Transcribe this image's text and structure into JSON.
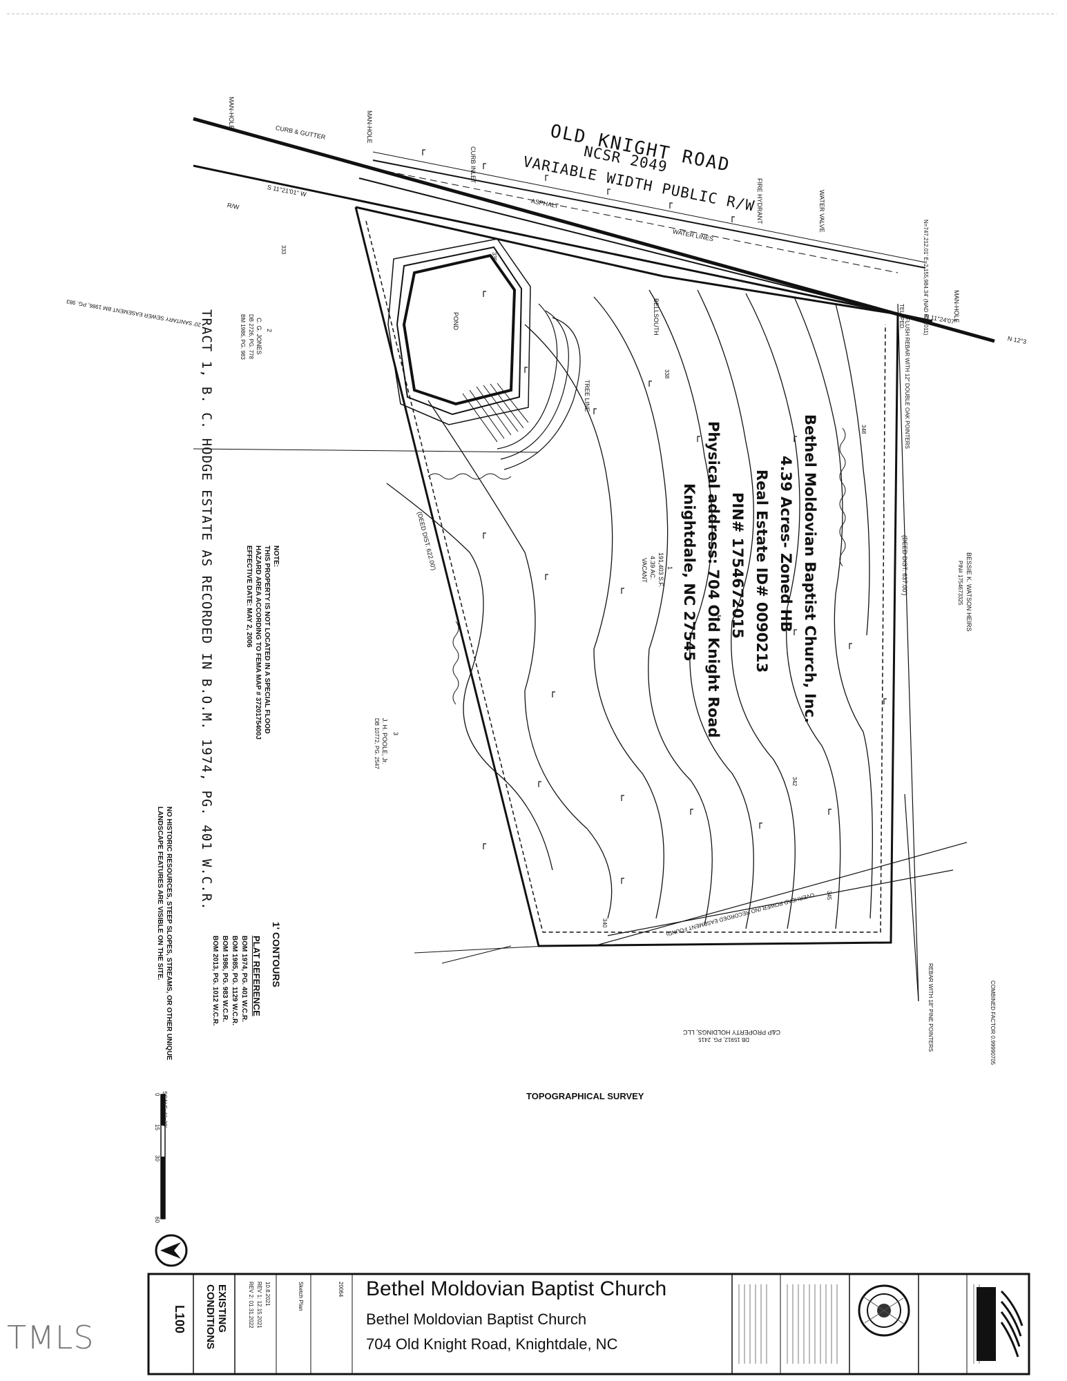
{
  "road": {
    "name": "OLD KNIGHT ROAD",
    "ncsr": "NCSR 2049",
    "rw": "VARIABLE WIDTH PUBLIC R/W",
    "curb": "CURB & GUTTER",
    "asphalt": "ASPHALT",
    "water_lines": "WATER LINES",
    "fire_hydrant": "FIRE HYDRANT",
    "water_valve": "WATER VALVE",
    "manhole": "MAN-HOLE",
    "curb_inlet": "CURB INLET",
    "rw_label": "R/W",
    "bearing_west": "S 11°21'01\" W",
    "bearing_east": "N 11°24'07\"",
    "bearing_east2": "N 12°3",
    "coords": "N=747,212.01' E=2,155,984.34' (NAD 83/2011)",
    "sewer_easement": "20' SANITARY SEWER EASEMENT BM 1986, PG. 983"
  },
  "parcels": {
    "parcel2": "2",
    "jones": "C. G. JONES",
    "jones_db": "DB 2726, PG. 778",
    "jones_bm": "BM 1986, PG. 983",
    "pond": "POND",
    "tree_line": "TREE LINE",
    "bellsouth": "BELLSOUTH",
    "parcel1": "1",
    "parcel1_sf": "191,403 S.F.",
    "parcel1_ac": "4.39 AC.",
    "parcel1_vacant": "VACANT",
    "parcel3": "3",
    "poole": "J. H. POOLE, Jr.",
    "poole_db": "DB 10772, PG. 2547",
    "watson": "BESSIE K. WATSON HEIRS",
    "watson_pin": "PIN# 1754673325",
    "deed_dist_1": "(DEED DIST. 637.00')",
    "deed_dist_2": "(DEED DIST. 622.00')",
    "cp": "C&P PROPERTY HOLDINGS, LLC",
    "cp_db": "DB 15912, PG. 2415",
    "combined": "COMBINED FACTOR 0.99990705",
    "rebar": "REBAR WITH 18\" PINE POINTERS",
    "flush_rebar": "FLUSH REBAR WITH 12\" DOUBLE OAK POINTERS",
    "overhead": "OVERHEAD POWER (NO RECORDED EASEMENT FOUND)",
    "tel_ped": "TEL. PED.",
    "contour_333": "333",
    "contour_335": "335",
    "contour_338": "338",
    "contour_340": "340",
    "contour_342": "342",
    "contour_345": "345",
    "contour_348": "348"
  },
  "callout": {
    "line1": "Bethel Moldovian Baptist Church, Inc.",
    "line2": "4.39 Acres- Zoned HB",
    "line3": "Real Estate ID# 0090213",
    "line4": "PIN# 1754672015",
    "line5": "Physical address: 704 Old Knight Road",
    "line6": "Knightdale, NC 27545"
  },
  "tract": "TRACT 1, B. C. HODGE ESTATE AS RECORDED IN B.O.M. 1974, PG. 401 W.C.R.",
  "note": {
    "title": "NOTE:",
    "line1": "THIS PROPERTY IS NOT LOCATED IN A SPECIAL FLOOD",
    "line2": "HAZARD AREA ACCORDING TO FEMA MAP # 3720175400J",
    "line3": "EFFECTIVE DATE: MAY 2, 2006"
  },
  "contours": "1' CONTOURS",
  "plat": {
    "title": "PLAT REFERENCE",
    "r1": "BOM 1974, PG. 401 W.C.R.",
    "r2": "BOM 1985, PG. 1129 W.C.R.",
    "r3": "BOM 1986, PG. 983 W.C.R.",
    "r4": "BOM 2013, PG. 1012 W.C.R."
  },
  "historic": {
    "line1": "NO HISTORIC RESOURCES, STEEP SLOPES, STREAMS, OR OTHER UNIQUE",
    "line2": "LANDSCAPE FEATURES ARE VISIBLE ON THE SITE."
  },
  "survey_title": "TOPOGRAPHICAL SURVEY",
  "scale": {
    "label": "SCALE: 1\"=30'",
    "t0": "0",
    "t1": "15",
    "t2": "30",
    "t3": "60"
  },
  "title_block": {
    "project": "Bethel Moldovian Baptist Church",
    "client": "Bethel Moldovian Baptist Church",
    "address": "704 Old Knight Road, Knightdale, NC",
    "sheet_title": "EXISTING CONDITIONS",
    "sheet_number": "L100",
    "date": "10.8.2021",
    "rev1": "REV 1: 12.15.2021",
    "rev2": "REV 2: 01.31.2022",
    "phase": "Sketch Plan",
    "project_no": "20064"
  },
  "watermark": "TMLS"
}
